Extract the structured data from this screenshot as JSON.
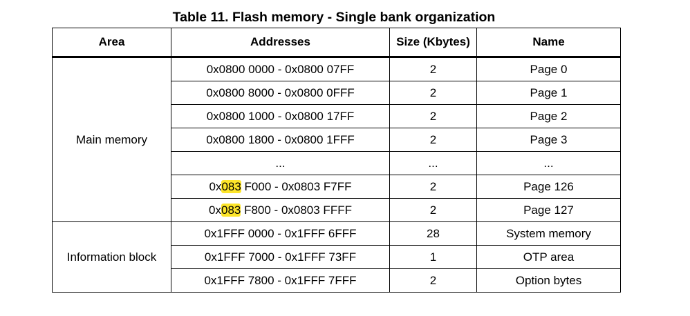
{
  "caption": "Table 11. Flash memory - Single bank organization",
  "headers": {
    "area": "Area",
    "addresses": "Addresses",
    "size": "Size (Kbytes)",
    "name": "Name"
  },
  "groups": [
    {
      "area": "Main memory",
      "rows": [
        {
          "addr": "0x0800 0000 - 0x0800 07FF",
          "size": "2",
          "name": "Page 0"
        },
        {
          "addr": "0x0800 8000 - 0x0800 0FFF",
          "size": "2",
          "name": "Page 1"
        },
        {
          "addr": "0x0800 1000 - 0x0800 17FF",
          "size": "2",
          "name": "Page 2"
        },
        {
          "addr": "0x0800 1800 - 0x0800 1FFF",
          "size": "2",
          "name": "Page 3"
        },
        {
          "addr": "...",
          "size": "...",
          "name": "..."
        },
        {
          "addr_prefix": "0x",
          "addr_highlight": "083",
          "addr_suffix": " F000 - 0x0803 F7FF",
          "size": "2",
          "name": "Page 126"
        },
        {
          "addr_prefix": "0x",
          "addr_highlight": "083",
          "addr_suffix": " F800 - 0x0803 FFFF",
          "size": "2",
          "name": "Page 127"
        }
      ]
    },
    {
      "area": "Information block",
      "rows": [
        {
          "addr": "0x1FFF 0000 - 0x1FFF 6FFF",
          "size": "28",
          "name": "System memory"
        },
        {
          "addr": "0x1FFF 7000 - 0x1FFF 73FF",
          "size": "1",
          "name": "OTP area"
        },
        {
          "addr": "0x1FFF 7800 - 0x1FFF 7FFF",
          "size": "2",
          "name": "Option bytes"
        }
      ]
    }
  ],
  "colors": {
    "highlight": "#fde52a",
    "border": "#000000"
  }
}
